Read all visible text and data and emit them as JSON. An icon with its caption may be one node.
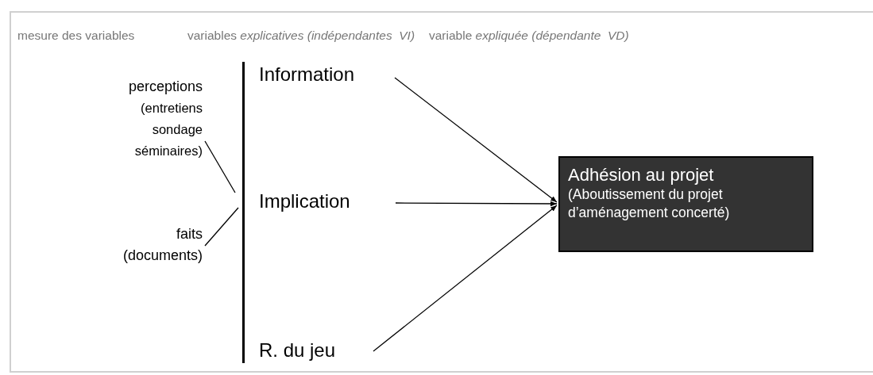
{
  "diagram": {
    "nodes": [
      {
        "text": [
          "perceptions",
          "(entretiens sondage séminaires)"
        ]
      },
      {
        "text": [
          "faits",
          "(documents)"
        ]
      },
      {
        "text": [],
        "shape": "bar"
      },
      {
        "text": [
          "Information"
        ]
      },
      {
        "text": [
          "Implication"
        ]
      },
      {
        "text": [
          "R. du jeu"
        ]
      },
      {
        "text": [
          "Adhésion au projet",
          "(Aboutissement du projet d’aménagement concerté)"
        ]
      }
    ],
    "edges": [
      {
        "from": 0,
        "to": 2,
        "arrow": "none"
      },
      {
        "from": 1,
        "to": 2,
        "arrow": "none"
      },
      {
        "from": 3,
        "to": 6,
        "arrow": "to"
      },
      {
        "from": 4,
        "to": 6,
        "arrow": "to"
      },
      {
        "from": 5,
        "to": 6,
        "arrow": "to"
      }
    ],
    "labels": [
      "mesure des variables",
      "variables *explicatives (indépendantes  VI)*",
      "variable *expliquée (dépendante  VD)*"
    ]
  }
}
